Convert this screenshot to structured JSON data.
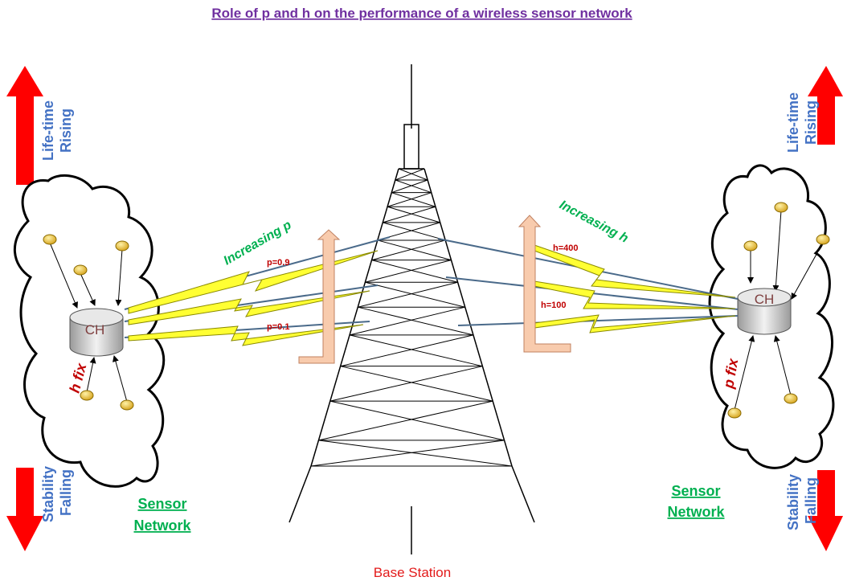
{
  "title": "Role of p and h on the performance of a wireless sensor network",
  "base_station": "Base Station",
  "left": {
    "top_label_line1": "Life-time",
    "top_label_line2": "Rising",
    "bottom_label_line1": "Stability",
    "bottom_label_line2": "Falling",
    "ch": "CH",
    "fix_label": "h fix",
    "sensor_line1": "Sensor",
    "sensor_line2": "Network",
    "increasing": "Increasing p",
    "link_top": "p=0.9",
    "link_bottom": "p=0.1"
  },
  "right": {
    "top_label_line1": "Life-time",
    "top_label_line2": "Rising",
    "bottom_label_line1": "Stability",
    "bottom_label_line2": "Falling",
    "ch": "CH",
    "fix_label": "p fix",
    "sensor_line1": "Sensor",
    "sensor_line2": "Network",
    "increasing": "Increasing h",
    "link_top": "h=400",
    "link_mid": "h=100"
  },
  "colors": {
    "title": "#7030a0",
    "arrow_red": "#ff0000",
    "label_blue": "#4472c4",
    "green": "#00b050",
    "dark_red": "#c00000",
    "bolt_yellow": "#ffff33",
    "peach": "#f8cbad"
  }
}
